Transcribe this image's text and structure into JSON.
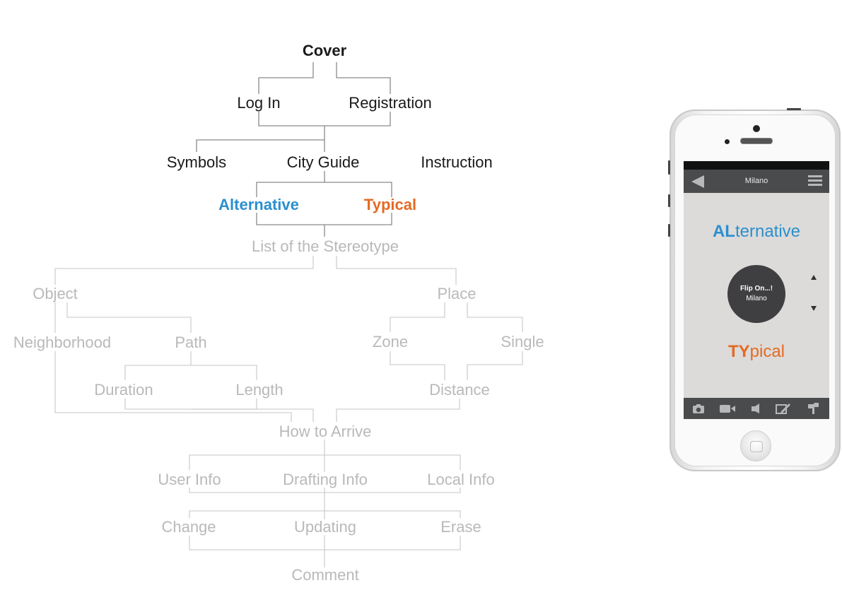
{
  "diagram": {
    "nodes": {
      "cover": "Cover",
      "login": "Log In",
      "registration": "Registration",
      "symbols": "Symbols",
      "city_guide": "City Guide",
      "instruction": "Instruction",
      "alternative": "Alternative",
      "typical": "Typical",
      "stereotype": "List of the Stereotype",
      "object": "Object",
      "place": "Place",
      "neighborhood": "Neighborhood",
      "path": "Path",
      "zone": "Zone",
      "single": "Single",
      "duration": "Duration",
      "length": "Length",
      "distance": "Distance",
      "how_to_arrive": "How to Arrive",
      "user_info": "User Info",
      "drafting_info": "Drafting Info",
      "local_info": "Local Info",
      "change": "Change",
      "updating": "Updating",
      "erase": "Erase",
      "comment": "Comment"
    },
    "colors": {
      "dark": "#1a1a1a",
      "faded": "#b9b9b9",
      "blue": "#2b8fcf",
      "orange": "#e46a24",
      "line_dark": "#8a8a8a",
      "line_faded": "#d0d0d0"
    }
  },
  "phone": {
    "nav_title": "Milano",
    "alternative": {
      "bold": "AL",
      "rest": "ternative"
    },
    "typical": {
      "bold": "TY",
      "rest": "pical"
    },
    "flip_title": "Flip On...!",
    "flip_city": "Milano",
    "icons": [
      "back-icon",
      "menu-icon",
      "arrow-up-icon",
      "arrow-down-icon",
      "camera-icon",
      "video-icon",
      "speaker-icon",
      "edit-icon",
      "signpost-icon"
    ],
    "colors": {
      "navbar": "#4a4b4d",
      "screen": "#dcdbd9",
      "circle": "#3f3f41"
    }
  }
}
